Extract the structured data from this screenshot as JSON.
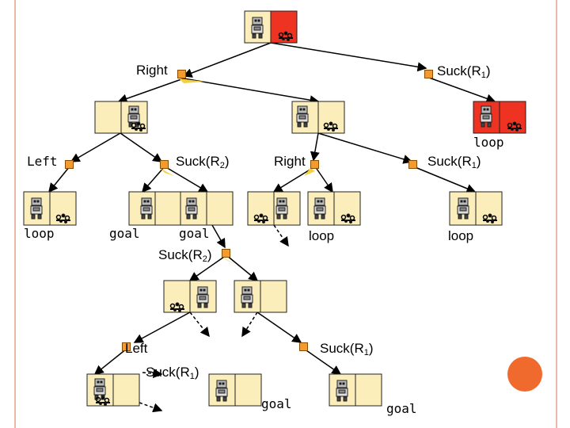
{
  "colors": {
    "cell": "#fbeebb",
    "cell_dirty_current": "#ee3322",
    "action_node": "#f39b2c",
    "deco_circle": "#f06a2e"
  },
  "labels": {
    "l1_right": "Right",
    "l1_suck_a": "Suck(R",
    "l1_suck_a_sub": "1",
    "l1_suck_b": ")",
    "l2_left": "Left",
    "l2_suck2_a": "Suck(R",
    "l2_suck2_sub": "2",
    "l2_suck2_b": ")",
    "l2_right": "Right",
    "l2_suck1_a": "Suck(R",
    "l2_suck1_sub": "1",
    "l2_suck1_b": ")",
    "loop_top_right": "loop",
    "loop_1": "loop",
    "goal_1": "goal",
    "goal_2": "goal",
    "loop_2": "loop",
    "loop_3": "loop",
    "l3_suck2_a": "Suck(R",
    "l3_suck2_sub": "2",
    "l3_suck2_b": ")",
    "l4_left": "Left",
    "l4_suck1_a": "Suck(R",
    "l4_suck1_sub": "1",
    "l4_suck1_b": ")",
    "l5_suck1_a": "Suck(R",
    "l5_suck1_sub": "1",
    "l5_suck1_b": ")",
    "goal_3": "goal",
    "goal_4": "goal"
  }
}
